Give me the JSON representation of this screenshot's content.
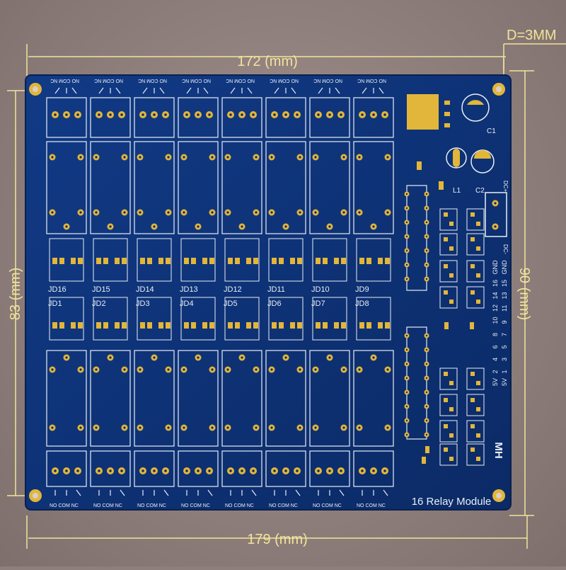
{
  "board": {
    "title": "16 Relay Module",
    "maker": "MH",
    "relays_top": [
      "JD16",
      "JD15",
      "JD14",
      "JD13",
      "JD12",
      "JD11",
      "JD10",
      "JD9"
    ],
    "relays_bottom": [
      "JD1",
      "JD2",
      "JD3",
      "JD4",
      "JD5",
      "JD6",
      "JD7",
      "JD8"
    ],
    "terminal_labels": [
      "NO",
      "COM",
      "NC"
    ],
    "power": {
      "c1": "C1",
      "c2": "C2",
      "l1": "L1",
      "dc_plus": "DC+",
      "dc_minus": "DC-"
    },
    "header_pins_odd": [
      "5V",
      "1",
      "3",
      "5",
      "7",
      "9",
      "11",
      "13",
      "15",
      "GND"
    ],
    "header_pins_even": [
      "5V",
      "2",
      "4",
      "6",
      "8",
      "10",
      "12",
      "14",
      "16",
      "GND"
    ]
  },
  "dimensions": {
    "top_width": "172 (mm)",
    "bottom_width": "179 (mm)",
    "left_height": "83 (mm)",
    "right_height": "90 (mm)",
    "hole_diameter": "D=3MM"
  },
  "colors": {
    "background": "#8e7e7c",
    "pcb_blue": "#0d2f73",
    "gold_pad": "#e2b63a",
    "silkscreen": "#e9eef5",
    "dimension_lines": "#f1e49a"
  }
}
